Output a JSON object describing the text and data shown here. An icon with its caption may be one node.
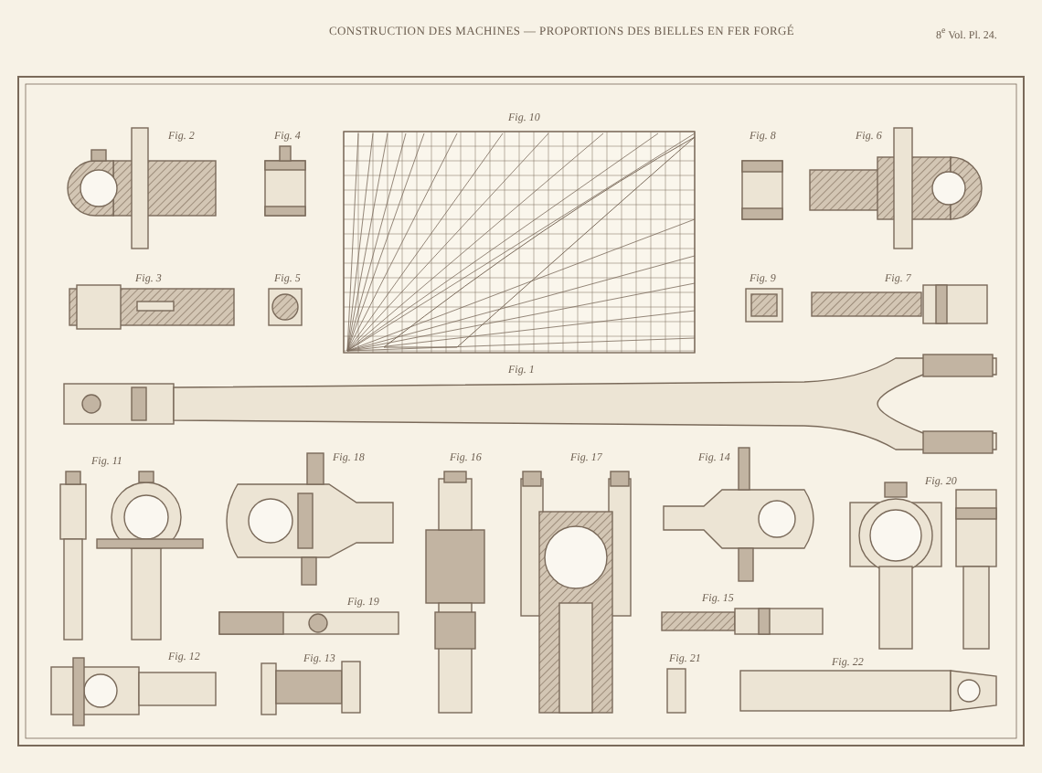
{
  "diagram": {
    "title": "CONSTRUCTION DES MACHINES — PROPORTIONS DES BIELLES EN FER FORGÉ",
    "labels": [
      "8$^{e}$ Vol. Pl. 24.",
      "Fig. 2",
      "Fig. 4",
      "Fig. 10",
      "Fig. 8",
      "Fig. 6",
      "Fig. 3",
      "Fig. 5",
      "Fig. 9",
      "Fig. 7",
      "Fig. 1",
      "Fig. 11",
      "Fig. 18",
      "Fig. 16",
      "Fig. 17",
      "Fig. 14",
      "Fig. 20",
      "Fig. 19",
      "Fig. 15",
      "Fig. 12",
      "Fig. 13",
      "Fig. 21",
      "Fig. 22"
    ]
  }
}
